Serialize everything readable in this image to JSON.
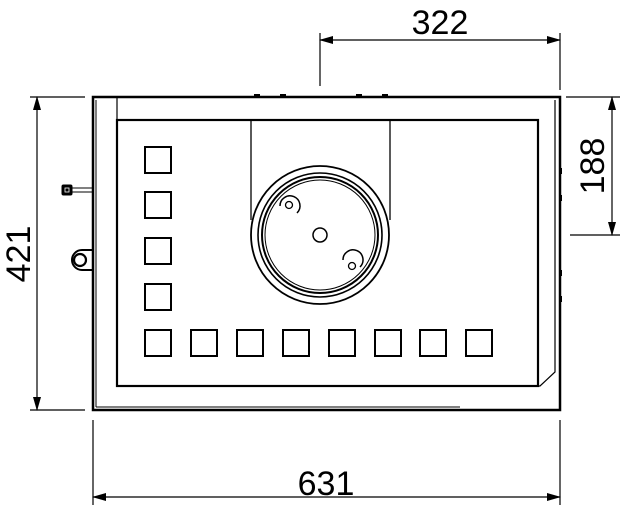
{
  "dimensions": {
    "top_width": "322",
    "right_height": "188",
    "overall_height": "421",
    "overall_width": "631"
  },
  "colors": {
    "line": "#000000",
    "background": "#ffffff"
  }
}
